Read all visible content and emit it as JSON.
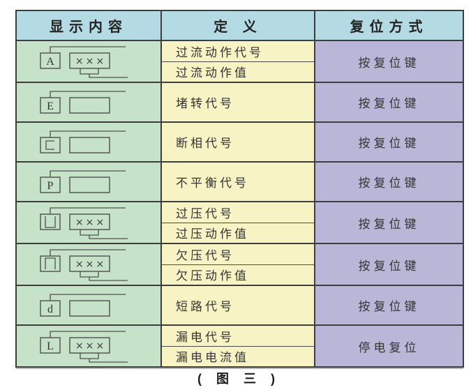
{
  "colors": {
    "header_bg": "#b4dbe3",
    "display_column_bg": "#c6e2c8",
    "definition_column_bg": "#f7f3c5",
    "reset_column_bg": "#b9b6d8",
    "grid_line": "#3d3d3d"
  },
  "table": {
    "headers": [
      "显示内容",
      "定 义",
      "复位方式"
    ],
    "rows": [
      {
        "code": "A",
        "value_display": "×××",
        "definitions": [
          "过流动作代号",
          "过流动作值"
        ],
        "reset": "按复位键"
      },
      {
        "code": "E",
        "value_display": "",
        "definitions": [
          "堵转代号"
        ],
        "reset": "按复位键"
      },
      {
        "code": "⊏",
        "value_display": "",
        "definitions": [
          "断相代号"
        ],
        "reset": "按复位键"
      },
      {
        "code": "P",
        "value_display": "",
        "definitions": [
          "不平衡代号"
        ],
        "reset": "按复位键"
      },
      {
        "code": "⊔",
        "value_display": "×××",
        "definitions": [
          "过压代号",
          "过压动作值"
        ],
        "reset": "按复位键"
      },
      {
        "code": "⊓",
        "value_display": "×××",
        "definitions": [
          "欠压代号",
          "欠压动作值"
        ],
        "reset": "按复位键"
      },
      {
        "code": "d",
        "value_display": "",
        "definitions": [
          "短路代号"
        ],
        "reset": "按复位键"
      },
      {
        "code": "L",
        "value_display": "×××",
        "definitions": [
          "漏电代号",
          "漏电电流值"
        ],
        "reset": "停电复位"
      }
    ]
  },
  "caption": "( 图 三 )"
}
